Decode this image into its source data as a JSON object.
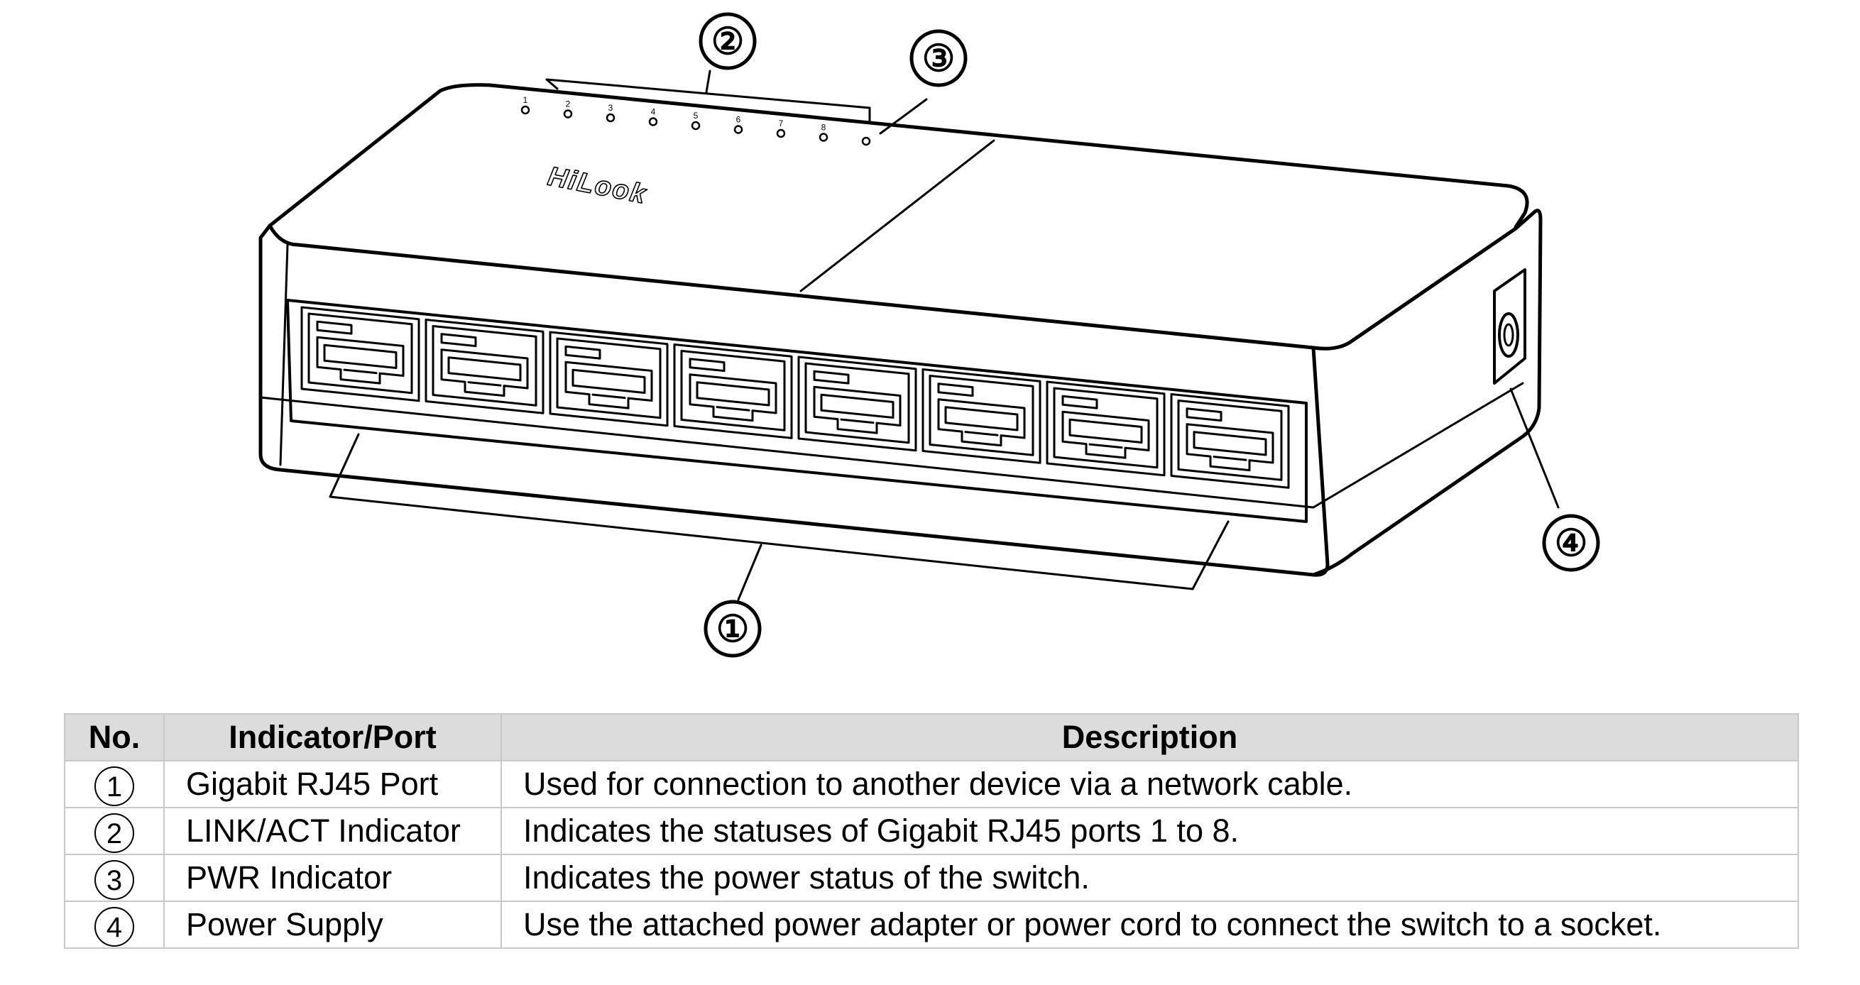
{
  "diagram": {
    "brand_logo": "HiLook",
    "callouts": [
      "①",
      "②",
      "③",
      "④"
    ],
    "led_numbers": [
      "1",
      "2",
      "3",
      "4",
      "5",
      "6",
      "7",
      "8"
    ],
    "colors": {
      "line": "#000000",
      "background": "#ffffff"
    }
  },
  "table": {
    "headers": {
      "no": "No.",
      "port": "Indicator/Port",
      "desc": "Description"
    },
    "rows": [
      {
        "no": "1",
        "port": "Gigabit RJ45 Port",
        "desc": "Used for connection to another device via a network cable."
      },
      {
        "no": "2",
        "port": "LINK/ACT Indicator",
        "desc": "Indicates the statuses of Gigabit RJ45 ports 1 to 8."
      },
      {
        "no": "3",
        "port": "PWR Indicator",
        "desc": "Indicates the power status of the switch."
      },
      {
        "no": "4",
        "port": "Power Supply",
        "desc": "Use the attached power adapter or power cord to connect the switch to a socket."
      }
    ],
    "colors": {
      "header_bg": "#dcdcdc",
      "border": "#c8c8c8"
    }
  }
}
